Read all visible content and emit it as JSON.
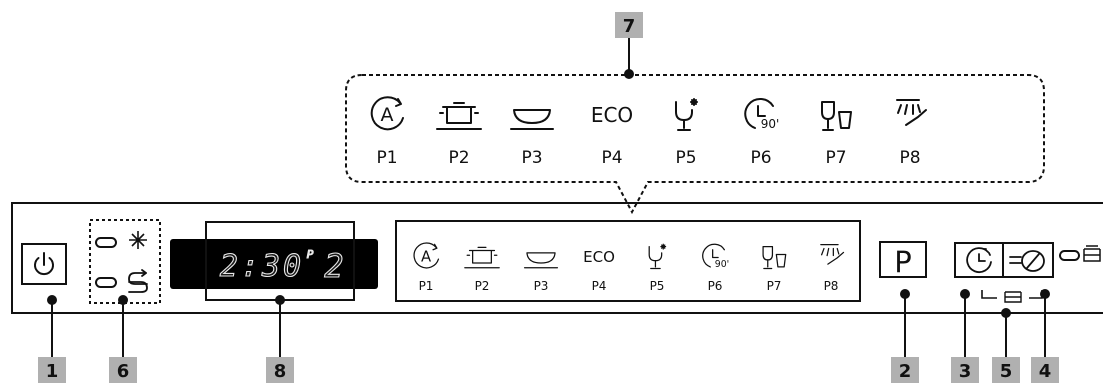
{
  "callouts": {
    "c1": "1",
    "c2": "2",
    "c3": "3",
    "c4": "4",
    "c5": "5",
    "c6": "6",
    "c7": "7",
    "c8": "8"
  },
  "programs": [
    "P1",
    "P2",
    "P3",
    "P4",
    "P5",
    "P6",
    "P7",
    "P8"
  ],
  "program_icon_names": [
    "auto-icon",
    "pot-icon",
    "bowl-icon",
    "eco-icon",
    "sparkling-glass-icon",
    "timer-90-icon",
    "glasses-icon",
    "rinse-spray-icon"
  ],
  "eco_text": "ECO",
  "timer_text": "90'",
  "display": {
    "time": "2:30",
    "p_indicator": "P",
    "program_number": "2"
  },
  "program_button_label": "P",
  "colors": {
    "callout_bg": "#b0b0b0",
    "display_bg": "#000000",
    "outline": "#111111"
  }
}
